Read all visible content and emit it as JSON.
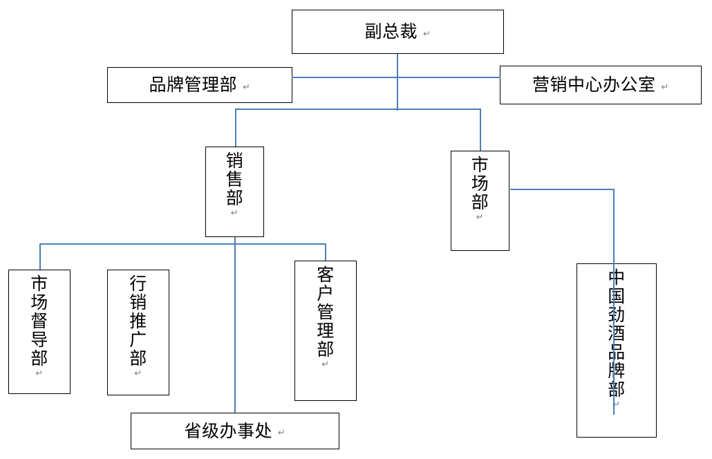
{
  "document": {
    "type": "organization-chart",
    "language": "zh-CN",
    "background_color": "#ffffff",
    "box_border_color": "#000000",
    "connector_color": "#4a7ebb",
    "paragraph_mark": "↵"
  },
  "nodes": {
    "vice_president": {
      "text": "副总裁",
      "chars": [
        "副",
        "总",
        "裁"
      ],
      "orientation": "horizontal",
      "level": 1
    },
    "brand_management": {
      "text": "品牌管理部",
      "chars": [
        "品",
        "牌",
        "管",
        "理",
        "部"
      ],
      "orientation": "horizontal",
      "level": 2
    },
    "marketing_center_office": {
      "text": "营销中心办公室",
      "chars": [
        "营",
        "销",
        "中",
        "心",
        "办",
        "公",
        "室"
      ],
      "orientation": "horizontal",
      "level": 2
    },
    "sales_department": {
      "text": "销售部",
      "chars": [
        "销",
        "售",
        "部"
      ],
      "orientation": "vertical",
      "level": 3
    },
    "market_department": {
      "text": "市场部",
      "chars": [
        "市",
        "场",
        "部"
      ],
      "orientation": "vertical",
      "level": 3
    },
    "market_supervision": {
      "text": "市场督导部",
      "chars": [
        "市",
        "场",
        "督",
        "导",
        "部"
      ],
      "orientation": "vertical",
      "level": 4
    },
    "marketing_promotion": {
      "text": "行销推广部",
      "chars": [
        "行",
        "销",
        "推",
        "广",
        "部"
      ],
      "orientation": "vertical",
      "level": 4
    },
    "customer_management": {
      "text": "客户管理部",
      "chars": [
        "客",
        "户",
        "管",
        "理",
        "部"
      ],
      "orientation": "vertical",
      "level": 4
    },
    "china_jingjiu_brand": {
      "text": "中国劲酒品牌部",
      "chars": [
        "中",
        "国",
        "劲",
        "酒",
        "品",
        "牌",
        "部"
      ],
      "orientation": "vertical",
      "level": 4
    },
    "provincial_office": {
      "text": "省级办事处",
      "chars": [
        "省",
        "级",
        "办",
        "事",
        "处"
      ],
      "orientation": "horizontal",
      "level": 5
    }
  }
}
